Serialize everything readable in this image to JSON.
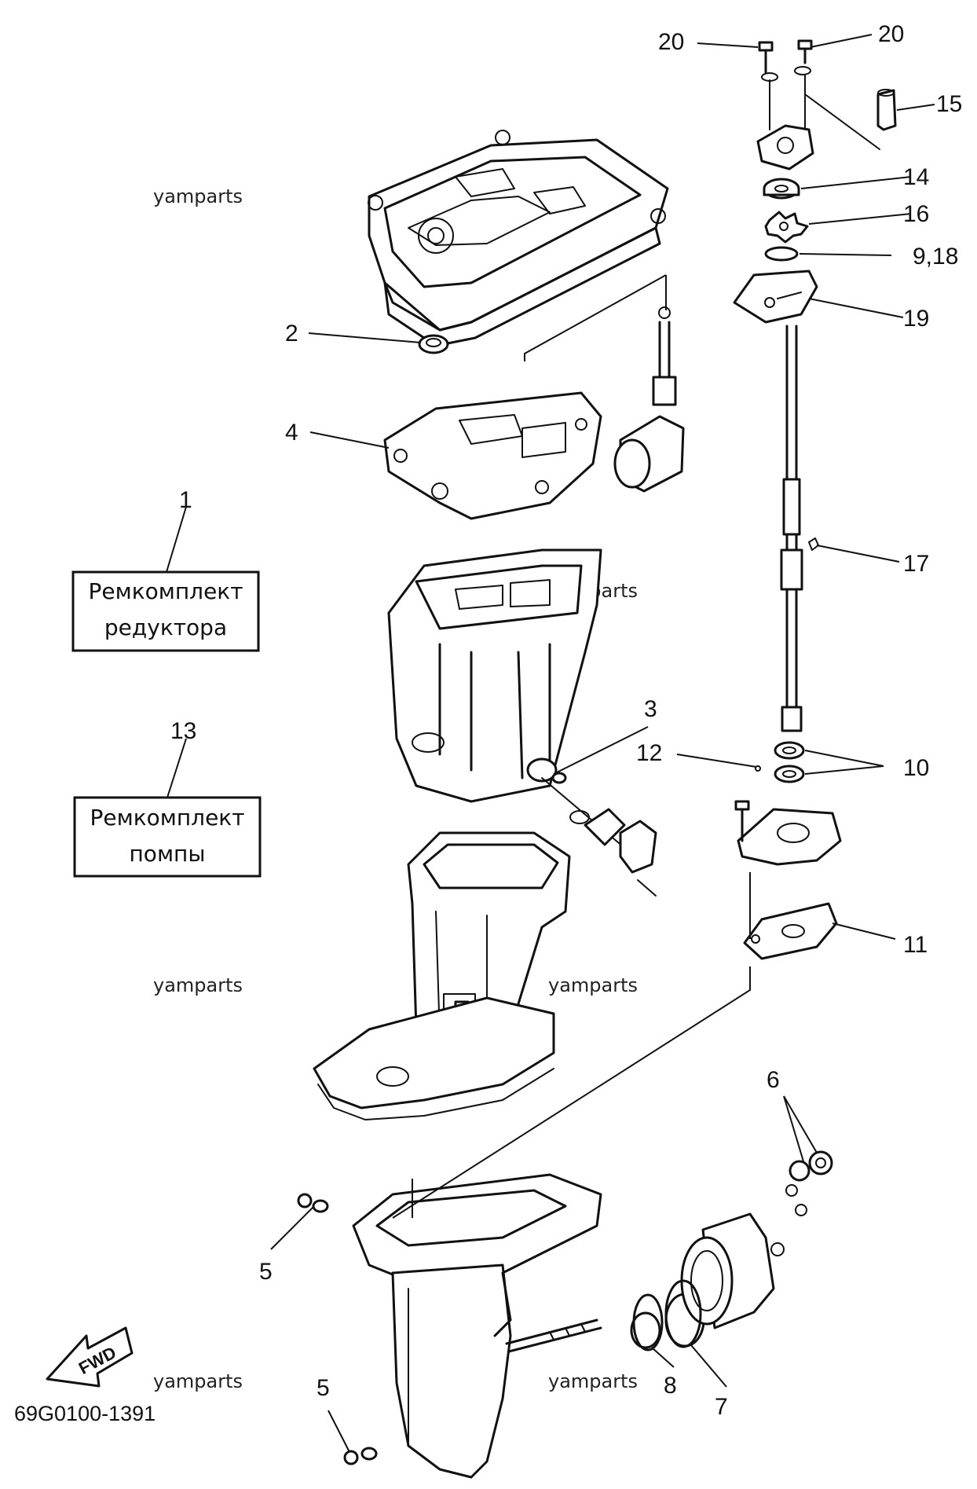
{
  "callouts": {
    "c1": "1",
    "c2": "2",
    "c3": "3",
    "c4": "4",
    "c5a": "5",
    "c5b": "5",
    "c6": "6",
    "c7": "7",
    "c8": "8",
    "c9_18": "9,18",
    "c10": "10",
    "c11": "11",
    "c12": "12",
    "c13": "13",
    "c14": "14",
    "c15": "15",
    "c16": "16",
    "c17": "17",
    "c19": "19",
    "c20a": "20",
    "c20b": "20"
  },
  "kits": {
    "gear_kit": {
      "line1": "Ремкомплект",
      "line2": "редуктора"
    },
    "pump_kit": {
      "line1": "Ремкомплект",
      "line2": "помпы"
    }
  },
  "watermarks": [
    "yamparts",
    "yamparts",
    "yamparts",
    "yamparts",
    "yamparts",
    "yamparts",
    "yamparts"
  ],
  "diagram_code": "69G0100-1391",
  "fwd_label": "FWD"
}
